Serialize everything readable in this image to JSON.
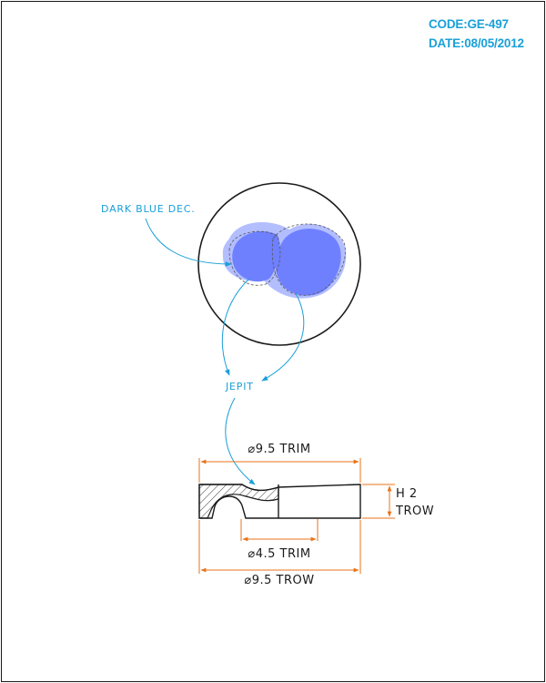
{
  "header": {
    "code": "CODE:GE-497",
    "date": "DATE:08/05/2012"
  },
  "callouts": {
    "decoration": "DARK BLUE DEC.",
    "jepit": "JEPIT"
  },
  "dimensions": {
    "top_diameter": "⌀9.5 TRIM",
    "inner_diameter": "⌀4.5 TRIM",
    "bottom_diameter": "⌀9.5 TROW",
    "height_line1": "H 2",
    "height_line2": "TROW"
  },
  "colors": {
    "label_blue": "#1aa0d8",
    "dimension_orange": "#e8731a",
    "decoration_blue": "#6f80ff",
    "decoration_blue_light": "#9aa8ff",
    "outline": "#1a1a1a"
  }
}
